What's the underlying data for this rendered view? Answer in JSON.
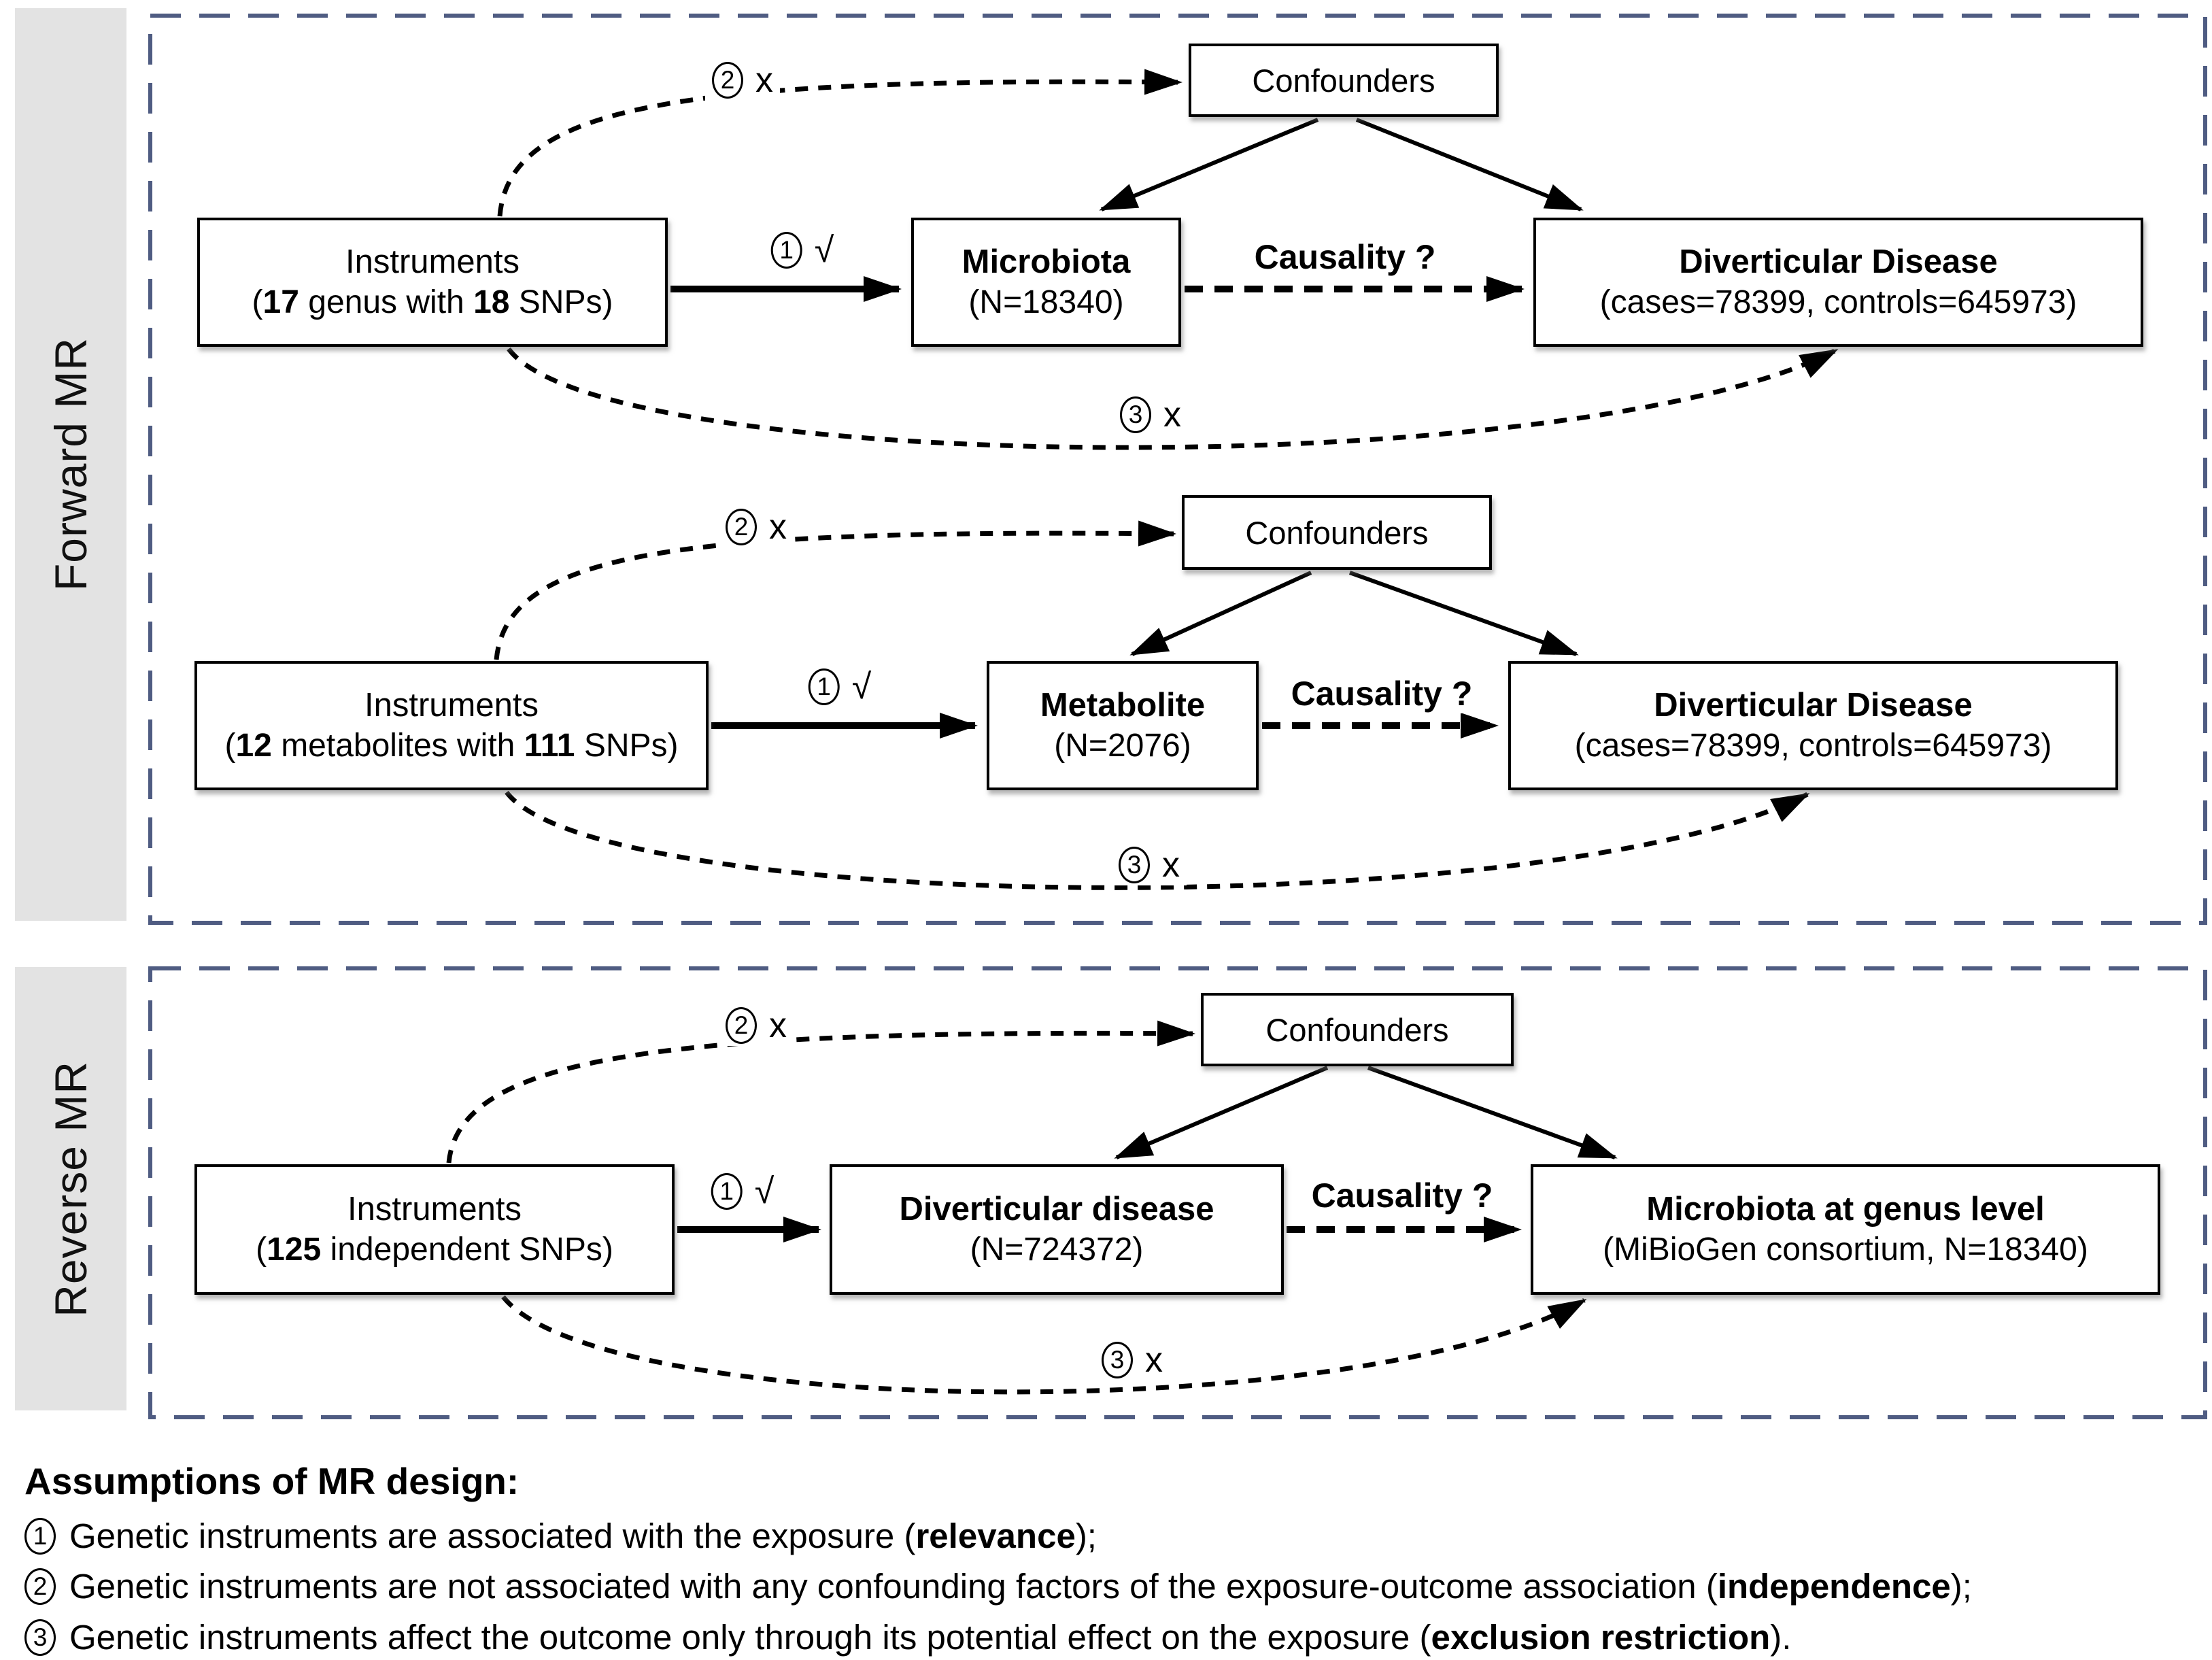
{
  "colors": {
    "panel_border": "#4f5c82",
    "sidebar_bg": "#e3e3e3",
    "box_border": "#000000",
    "background": "#ffffff",
    "text": "#000000"
  },
  "forward_panel_label": "Forward MR",
  "reverse_panel_label": "Reverse MR",
  "rows": [
    {
      "confounders_label": "Confounders",
      "instruments_title": "Instruments",
      "instruments_sub": {
        "pre": "(",
        "b1": "17",
        "mid": " genus with ",
        "b2": "18",
        "post": " SNPs)"
      },
      "exposure_title": "Microbiota",
      "exposure_sub": "(N=18340)",
      "outcome_title": "Diverticular Disease",
      "outcome_sub": "(cases=78399, controls=645973)",
      "causality_label": "Causality ?",
      "a1_num": "1",
      "a1_mark": "√",
      "a2_num": "2",
      "a2_mark": "x",
      "a3_num": "3",
      "a3_mark": "x"
    },
    {
      "confounders_label": "Confounders",
      "instruments_title": "Instruments",
      "instruments_sub": {
        "pre": "(",
        "b1": "12",
        "mid": " metabolites with ",
        "b2": "111",
        "post": " SNPs)"
      },
      "exposure_title": "Metabolite",
      "exposure_sub": "(N=2076)",
      "outcome_title": "Diverticular Disease",
      "outcome_sub": "(cases=78399, controls=645973)",
      "causality_label": "Causality ?",
      "a1_num": "1",
      "a1_mark": "√",
      "a2_num": "2",
      "a2_mark": "x",
      "a3_num": "3",
      "a3_mark": "x"
    },
    {
      "confounders_label": "Confounders",
      "instruments_title": "Instruments",
      "instruments_sub": {
        "pre": "(",
        "b1": "125",
        "mid": " independent SNPs)",
        "b2": "",
        "post": ""
      },
      "exposure_title": "Diverticular disease",
      "exposure_sub": "(N=724372)",
      "outcome_title": "Microbiota at genus level",
      "outcome_sub": "(MiBioGen consortium, N=18340)",
      "causality_label": "Causality ?",
      "a1_num": "1",
      "a1_mark": "√",
      "a2_num": "2",
      "a2_mark": "x",
      "a3_num": "3",
      "a3_mark": "x"
    }
  ],
  "assumptions": {
    "title": "Assumptions of MR design:",
    "items": [
      {
        "num": "1",
        "pre": "Genetic instruments are associated with the exposure (",
        "bold": "relevance",
        "post": ");"
      },
      {
        "num": "2",
        "pre": "Genetic instruments are not associated with any confounding factors of the exposure-outcome association (",
        "bold": "independence",
        "post": ");"
      },
      {
        "num": "3",
        "pre": "Genetic instruments affect the outcome only through its potential effect on the exposure (",
        "bold": "exclusion restriction",
        "post": ")."
      }
    ]
  }
}
